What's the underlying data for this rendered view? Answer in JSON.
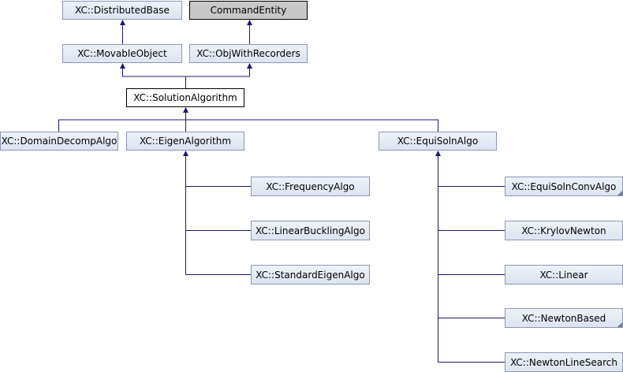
{
  "diagram": {
    "nodes": {
      "distributed_base": "XC::DistributedBase",
      "command_entity": "CommandEntity",
      "movable_object": "XC::MovableObject",
      "obj_with_recorders": "XC::ObjWithRecorders",
      "solution_algorithm": "XC::SolutionAlgorithm",
      "domain_decomp_algo": "XC::DomainDecompAlgo",
      "eigen_algorithm": "XC::EigenAlgorithm",
      "equi_soln_algo": "XC::EquiSolnAlgo",
      "frequency_algo": "XC::FrequencyAlgo",
      "linear_buckling_algo": "XC::LinearBucklingAlgo",
      "standard_eigen_algo": "XC::StandardEigenAlgo",
      "equi_soln_conv_algo": "XC::EquiSolnConvAlgo",
      "krylov_newton": "XC::KrylovNewton",
      "linear": "XC::Linear",
      "newton_based": "XC::NewtonBased",
      "newton_line_search": "XC::NewtonLineSearch"
    },
    "colors": {
      "edge": "#191970",
      "node_border": "#8b97b5",
      "node_fill_top": "#eef2f8",
      "node_fill_bottom": "#dde4f0",
      "external_fill": "#c8c8c8"
    }
  }
}
